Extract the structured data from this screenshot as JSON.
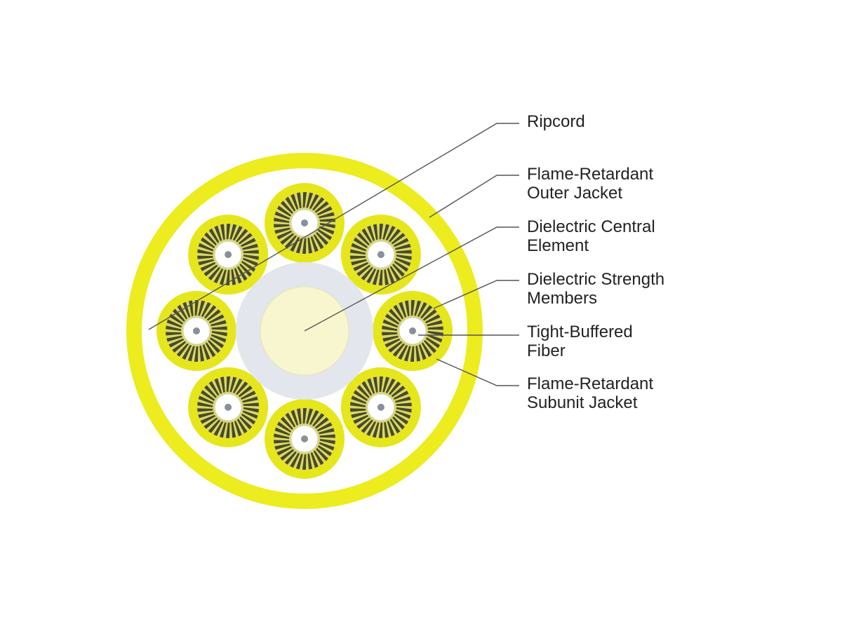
{
  "colors": {
    "outer_jacket": "#ecec1f",
    "subunit_jacket": "#e6e61c",
    "strength_members_dark": "#4a4a22",
    "strength_members_light": "#d9d96a",
    "cable_fill": "#ffffff",
    "central_element_ring": "#e3e6ec",
    "central_element_core": "#f8f6cf",
    "buffer": "#ffffff",
    "fiber": "#8a8f9c",
    "leader_line": "#555555",
    "label_text": "#222222"
  },
  "components": {
    "subunit_count": 8,
    "central_element": "dielectric",
    "outer_jacket": "flame-retardant",
    "subunit_jacket": "flame-retardant"
  },
  "labels": [
    {
      "id": "ripcord",
      "lines": [
        "Ripcord"
      ]
    },
    {
      "id": "outer-jacket",
      "lines": [
        "Flame-Retardant",
        "Outer Jacket"
      ]
    },
    {
      "id": "central-element",
      "lines": [
        "Dielectric Central",
        "Element"
      ]
    },
    {
      "id": "strength-members",
      "lines": [
        "Dielectric Strength",
        "Members"
      ]
    },
    {
      "id": "tight-buffered-fiber",
      "lines": [
        "Tight-Buffered",
        "Fiber"
      ]
    },
    {
      "id": "subunit-jacket",
      "lines": [
        "Flame-Retardant",
        "Subunit Jacket"
      ]
    }
  ]
}
